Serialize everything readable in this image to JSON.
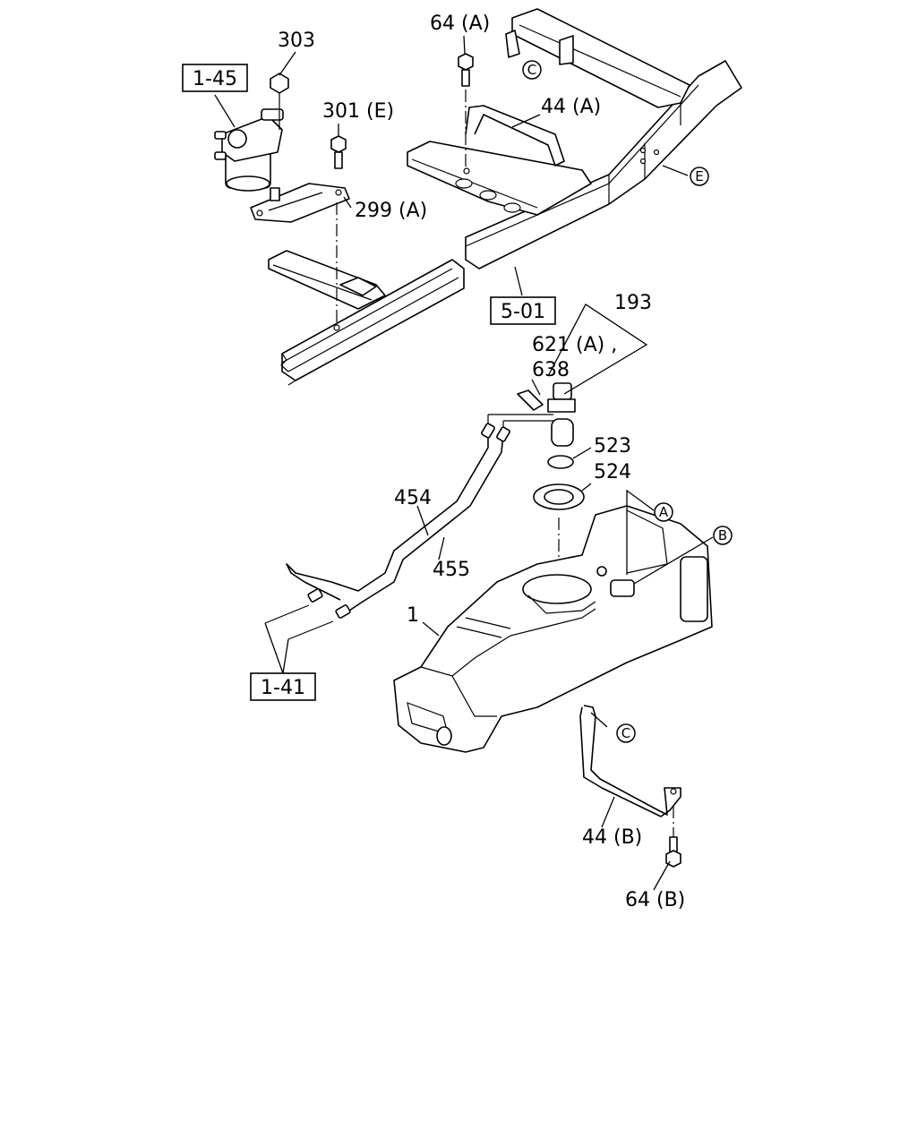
{
  "labels": {
    "p303": "303",
    "p64a": "64 (A)",
    "p44a": "44 (A)",
    "p301e": "301 (E)",
    "p299a": "299 (A)",
    "p193": "193",
    "p621a": "621 (A) ,",
    "p638": "638",
    "p523": "523",
    "p524": "524",
    "p454": "454",
    "p455": "455",
    "p1": "1",
    "p44b": "44 (B)",
    "p64b": "64 (B)"
  },
  "refs": {
    "r145": "1-45",
    "r501": "5-01",
    "r141": "1-41"
  },
  "callouts": {
    "c_top": "C",
    "e": "E",
    "a": "A",
    "b": "B",
    "c_bottom": "C"
  }
}
